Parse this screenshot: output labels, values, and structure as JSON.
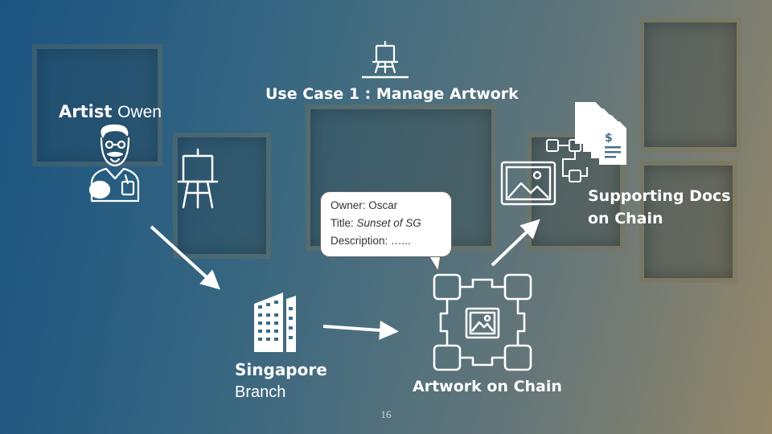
{
  "slide": {
    "title": "Use Case 1 : Manage Artwork",
    "artist_role": "Artist",
    "artist_name": "Owen",
    "branch_line1": "Singapore",
    "branch_line2": "Branch",
    "chain_label": "Artwork on Chain",
    "docs_line1": "Supporting Docs",
    "docs_line2": "on Chain",
    "page_number": "16"
  },
  "bubble": {
    "owner": "Owner: Oscar",
    "title_label": "Title: ",
    "title_value": "Sunset of SG",
    "description": "Description: …..."
  },
  "icons": [
    "easel-icon",
    "artist-icon",
    "easel-icon",
    "building-icon",
    "blockchain-artwork-icon",
    "image-icon",
    "documents-icon",
    "arrow-icon"
  ],
  "colors": {
    "text": "#ffffff",
    "bubble_bg": "#ffffff",
    "bubble_text": "#333333"
  }
}
